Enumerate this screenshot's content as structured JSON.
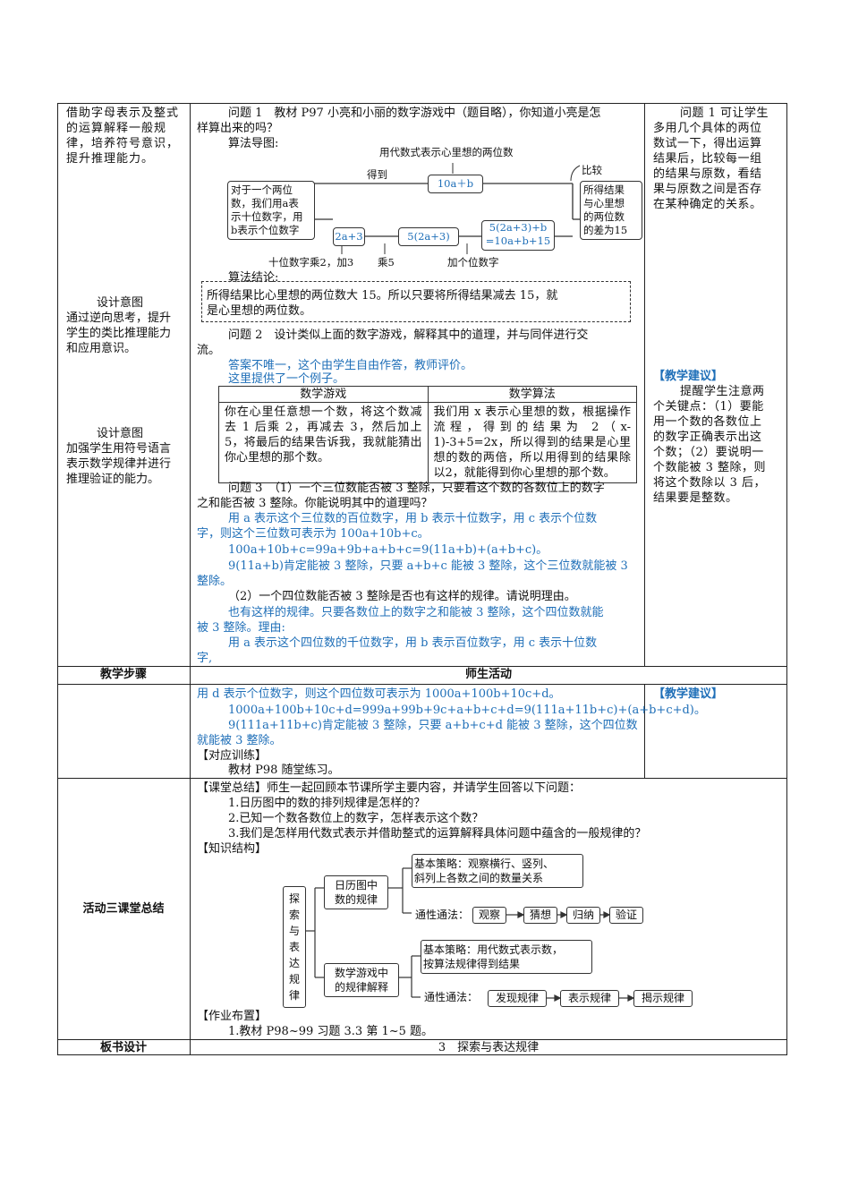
{
  "left_col": {
    "intent_top": [
      "借助字母表示及整式",
      "的运算解释一般规",
      "律，培养符号意识，",
      "提升推理能力。"
    ],
    "design1_title": "设计意图",
    "design1_text": [
      "通过逆向思考，提升",
      "学生的类比推理能力",
      "和应用意识。"
    ],
    "design2_title": "设计意图",
    "design2_text": [
      "加强学生用符号语言",
      "表示数学规律并进行",
      "推理验证的能力。"
    ]
  },
  "main": {
    "q1_line1": "问题 1　教材 P97 小亮和小丽的数字游戏中（题目略），你知道小亮是怎",
    "q1_line2": "样算出来的吗？",
    "algo_title": "算法导图:",
    "flow": {
      "top_label": "用代数式表示心里想的两位数",
      "got_label": "得到",
      "compare_label": "比较",
      "expr_top": "10a＋b",
      "left_box": [
        "对于一个两位",
        "数，我们用a表",
        "示十位数字，用",
        "b表示个位数字"
      ],
      "right_box": [
        "所得结果",
        "与心里想",
        "的两位数",
        "的差为15"
      ],
      "b1": "2a+3",
      "b2": "5(2a+3)",
      "b3_l1": "5(2a+3)+b",
      "b3_l2": "=10a+b+15",
      "bottom_l1": "十位数字乘2，加3",
      "bottom_l2": "乘5",
      "bottom_l3": "加个位数字"
    },
    "conclusion_title": "算法结论:",
    "conclusion_l1": "所得结果比心里想的两位数大 15。所以只要将所得结果减去 15，就",
    "conclusion_l2": "是心里想的两位数。",
    "q2_l1": "问题 2　设计类似上面的数字游戏，解释其中的道理，并与同伴进行交",
    "q2_l2": "流。",
    "ans_l1": "答案不唯一，这个由学生自由作答，教师评价。",
    "ans_l2": "这里提供了一个例子。",
    "game_table": {
      "h1": "数学游戏",
      "h2": "数学算法",
      "c1": "你在心里任意想一个数，将这个数减去 1 后乘 2，再减去 3，然后加上 5，将最后的结果告诉我，我就能猜出你心里想的那个数。",
      "c2": "我们用 x 表示心里想的数，根据操作流程，得到的结果为 2（x-1)-3+5=2x，所以得到的结果是心里想的数的两倍，所以用得到的结果除以2，就能得到你心里想的那个数。"
    },
    "q3_l1": "问题 3　（1）一个三位数能否被 3 整除，只要看这个数的各数位上的数字",
    "q3_l2": "之和能否被 3 整除。你能说明其中的道理吗？",
    "a3_l1": "用 a 表示这个三位数的百位数字，用 b 表示十位数字，用 c 表示个位数",
    "a3_l2": "字，则这个三位数可表示为 100a+10b+c。",
    "a3_l3": "100a+10b+c=99a+9b+a+b+c=9(11a+b)+(a+b+c)。",
    "a3_l4": "9(11a+b)肯定能被 3 整除，只要 a+b+c 能被 3 整除，这个三位数就能被 3",
    "a3_l5": "整除。",
    "q3b": "（2）一个四位数能否被 3 整除是否也有这样的规律。请说明理由。",
    "a3b_l1": "也有这样的规律。只要各数位上的数字之和能被 3 整除，这个四位数就能",
    "a3b_l2": "被 3 整除。理由:",
    "a3b_l3": "用 a 表示这个四位数的千位数字，用 b 表示百位数字，用 c 表示十位数",
    "a3b_l4": "字,"
  },
  "right_col": {
    "q1_tip": [
      "问题 1 可让学生",
      "多用几个具体的两位",
      "数试一下，得出运算",
      "结果后，比较每一组",
      "的结果与原数，看结",
      "果与原数之间是否存",
      "在某种确定的关系。"
    ],
    "jy_title": "【教学建议】",
    "jy_text": [
      "提醒学生注意两",
      "个关键点：（1）要能",
      "用一个数的各数位上",
      "的数字正确表示出这",
      "个数；（2）要说明一",
      "个数能被 3 整除，则",
      "将这个数除以 3 后，",
      "结果要是整数。"
    ],
    "jy_title2": "【教学建议】"
  },
  "header_row": {
    "left": "教学步骤",
    "right": "师生活动"
  },
  "cont": {
    "l1": "用 d 表示个位数字，则这个四位数可表示为 1000a+100b+10c+d。",
    "l2": "1000a+100b+10c+d=999a+99b+9c+a+b+c+d=9(111a+11b+c)+(a+b+c+d)。",
    "l3": "9(111a+11b+c)肯定能被 3 整除，只要 a+b+c+d 能被 3 整除，这个四位数",
    "l4": "就能被 3 整除。",
    "train_title": "【对应训练】",
    "train_text": "教材 P98 随堂练习。"
  },
  "summary": {
    "left_label": "活动三课堂总结",
    "l1": "【课堂总结】师生一起回顾本节课所学主要内容，并请学生回答以下问题：",
    "l2": "1.日历图中的数的排列规律是怎样的？",
    "l3": "2.已知一个数各数位上的数字，怎样表示这个数？",
    "l4": "3.我们是怎样用代数式表示并借助整式的运算解释具体问题中蕴含的一般规律的？",
    "struct_title": "【知识结构】",
    "kmap": {
      "root": [
        "探",
        "索",
        "与",
        "表",
        "达",
        "规",
        "律"
      ],
      "calendar": [
        "日历图中",
        "数的规律"
      ],
      "basic1": [
        "基本策略：观察横行、竖列、",
        "斜列上各数之间的数量关系"
      ],
      "general1": "通性通法：",
      "g1": [
        "观察",
        "猜想",
        "归纳",
        "验证"
      ],
      "game": [
        "数学游戏中",
        "的规律解释"
      ],
      "basic2": [
        "基本策略：用代数式表示数，",
        "按算法规律得到结果"
      ],
      "general2": "通性通法：",
      "g2": [
        "发现规律",
        "表示规律",
        "揭示规律"
      ]
    },
    "hw_title": "【作业布置】",
    "hw_text": "1.教材 P98~99 习题 3.3 第 1~5 题。"
  },
  "board": {
    "left": "板书设计",
    "right": "3　探索与表达规律"
  }
}
